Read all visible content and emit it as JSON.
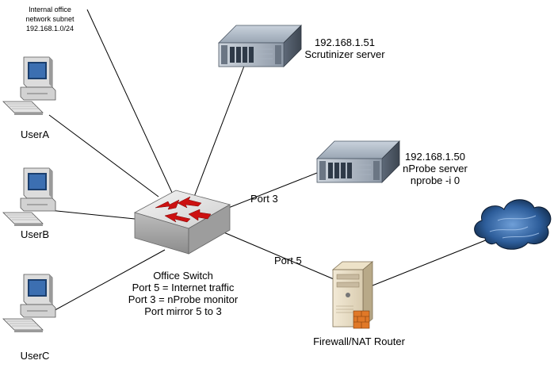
{
  "subnet_note": {
    "line1": "Internal office",
    "line2": "network subnet",
    "line3": "192.168.1.0/24"
  },
  "users": [
    {
      "label": "UserA"
    },
    {
      "label": "UserB"
    },
    {
      "label": "UserC"
    }
  ],
  "scrutinizer": {
    "ip": "192.168.1.51",
    "name": "Scrutinizer server"
  },
  "nprobe": {
    "ip": "192.168.1.50",
    "name": "nProbe server",
    "cmd": "nprobe -i 0"
  },
  "switch": {
    "title": "Office Switch",
    "note1": "Port 5 = Internet traffic",
    "note2": "Port 3 = nProbe monitor",
    "note3": "Port mirror 5 to 3"
  },
  "ports": {
    "port3": "Port 3",
    "port5": "Port 5"
  },
  "firewall": {
    "label": "Firewall/NAT Router"
  },
  "icons": [
    "workstation-icon",
    "rack-server-icon",
    "switch-icon",
    "tower-server-icon",
    "cloud-icon"
  ],
  "colors": {
    "switch_arrows": "#cc1111",
    "cloud": "#1f4e8c",
    "server": "#8a98a8",
    "firewall": "#e07828"
  }
}
